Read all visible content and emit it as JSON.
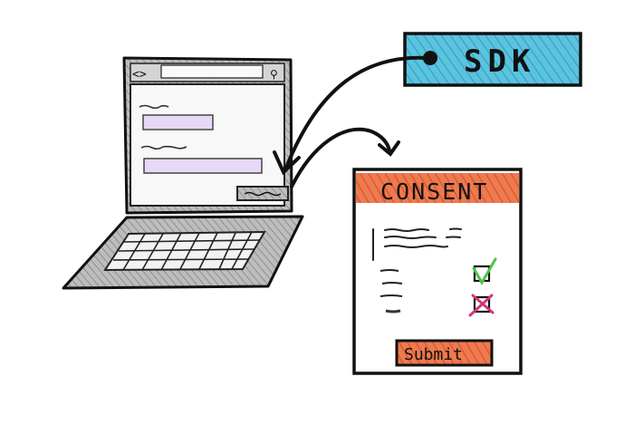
{
  "sdk": {
    "label": "SDK",
    "fill": "#4bb8d6"
  },
  "consent_form": {
    "title": "CONSENT",
    "submit_label": "Submit",
    "header_fill": "#e8643a",
    "button_fill": "#e8643a"
  },
  "laptop": {
    "url_bar_left": "<>",
    "input_fill": "#e6d9f6"
  },
  "checkboxes": [
    {
      "state": "checked",
      "mark_color": "#4ec24a"
    },
    {
      "state": "crossed",
      "mark_color": "#d2357a"
    }
  ]
}
